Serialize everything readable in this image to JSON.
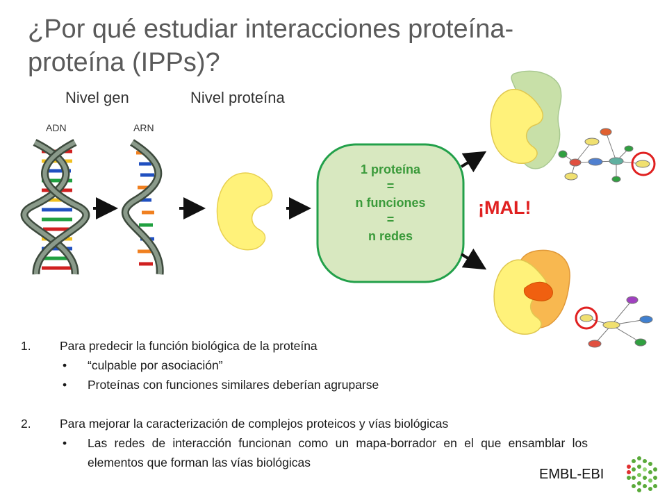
{
  "slide": {
    "title_line1": "¿Por qué estudiar interacciones proteína-",
    "title_line2": "proteína (IPPs)?",
    "level_gene": "Nivel gen",
    "level_protein": "Nivel proteína",
    "label_dna": "ADN",
    "label_rna": "ARN",
    "center_box": [
      "1 proteína",
      "=",
      "n funciones",
      "=",
      "n redes"
    ],
    "wrong": "¡MAL!",
    "points": [
      {
        "number": "1.",
        "text": "Para predecir la función biológica de la proteína",
        "bullets": [
          "“culpable por asociación”",
          "Proteínas con funciones similares deberían agruparse"
        ]
      },
      {
        "number": "2.",
        "text": "Para mejorar la caracterización de complejos proteicos y vías biológicas",
        "bullets": [
          "Las redes de interacción funcionan como un mapa-borrador en el que ensamblar los elementos que forman las vías biológicas"
        ]
      }
    ],
    "bullet_glyph": "•",
    "footer_logo_text": "EMBL-EBI"
  },
  "colors": {
    "title": "#5a5a5a",
    "box_fill": "#d8e8c0",
    "box_border": "#22a04a",
    "box_text": "#3a9a3a",
    "wrong": "#e02020",
    "protein_yellow": "#fff27a",
    "partner_green": "#c8e0a8",
    "partner_orange": "#f8b850",
    "highlight": "#e02020",
    "logo_green": "#5aaa3a"
  },
  "icons": {
    "dna": "dna-double-helix-icon",
    "rna": "rna-helix-icon",
    "protein": "protein-shape-icon",
    "arrow": "right-arrow-icon",
    "network": "interaction-network-icon",
    "logo": "embl-ebi-hexagon-logo-icon"
  }
}
